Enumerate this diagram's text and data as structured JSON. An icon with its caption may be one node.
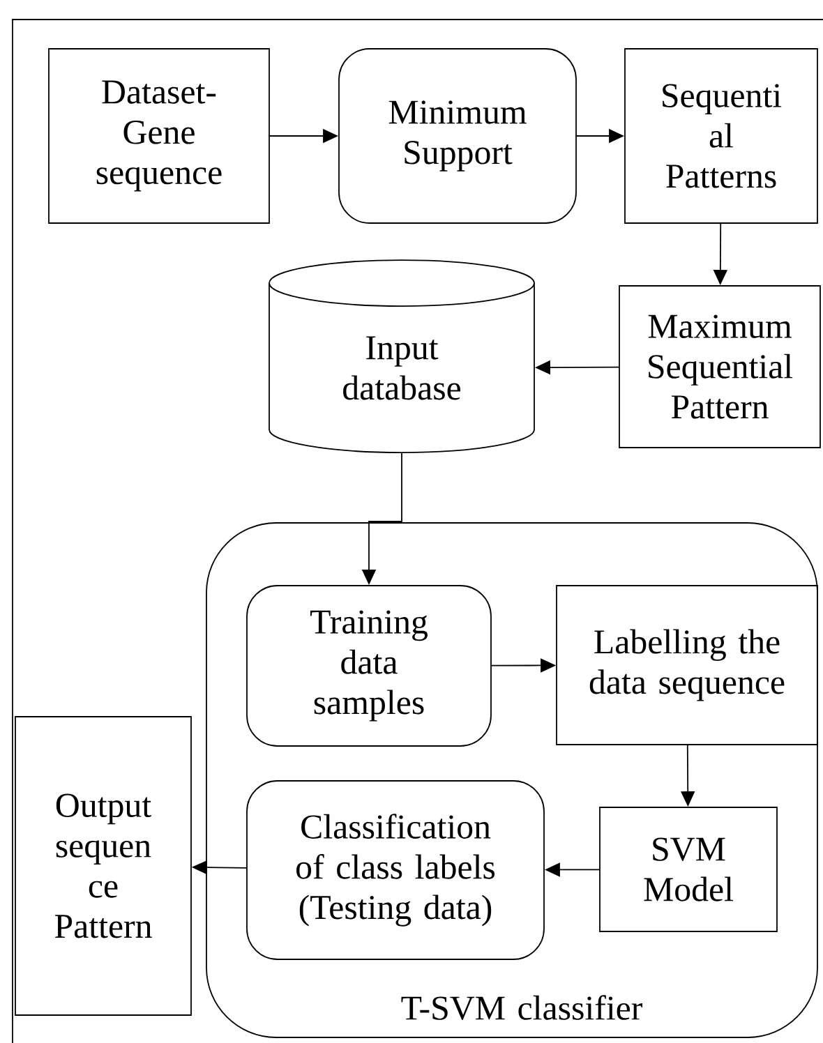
{
  "diagram": {
    "nodes": [
      {
        "text": [
          "Dataset-Gene sequence"
        ]
      },
      {
        "text": [
          "Minimum Support"
        ]
      },
      {
        "text": [
          "Sequenti al Patterns"
        ]
      },
      {
        "text": [
          "Maximum Sequential Pattern"
        ]
      },
      {
        "text": [
          "Input database"
        ]
      },
      {
        "text": [
          "T-SVM classifier"
        ]
      },
      {
        "text": [
          "Training data samples"
        ],
        "in": 5
      },
      {
        "text": [
          "Labelling the data sequence"
        ],
        "in": 5
      },
      {
        "text": [
          "SVM Model"
        ],
        "in": 5
      },
      {
        "text": [
          "Classification of class labels (Testing data)"
        ],
        "in": 5
      },
      {
        "text": [
          "Output sequen ce Pattern"
        ]
      }
    ],
    "edges": [
      {
        "from": 0,
        "to": 1,
        "arrow": "to"
      },
      {
        "from": 1,
        "to": 2,
        "arrow": "to"
      },
      {
        "from": 2,
        "to": 3,
        "arrow": "to"
      },
      {
        "from": 3,
        "to": 4,
        "arrow": "to"
      },
      {
        "from": 4,
        "to": 6,
        "arrow": "to"
      },
      {
        "from": 6,
        "to": 7,
        "arrow": "to"
      },
      {
        "from": 7,
        "to": 8,
        "arrow": "to"
      },
      {
        "from": 8,
        "to": 9,
        "arrow": "to"
      },
      {
        "from": 9,
        "to": 10,
        "arrow": "to"
      }
    ]
  }
}
